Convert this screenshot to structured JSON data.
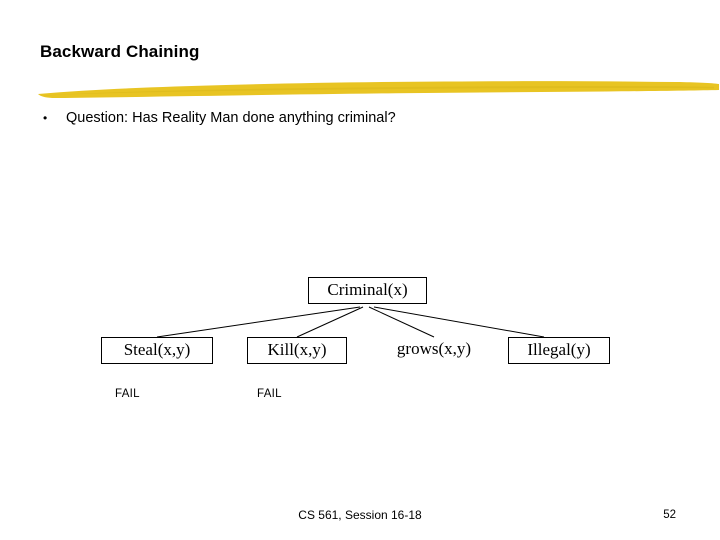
{
  "slide": {
    "title": "Backward Chaining",
    "bullet": {
      "marker": "•",
      "text": "Question:  Has Reality Man done anything criminal?"
    },
    "tree": {
      "root": "Criminal(x)",
      "children": [
        {
          "label": "Steal(x,y)",
          "status": "FAIL"
        },
        {
          "label": "Kill(x,y)",
          "status": "FAIL"
        },
        {
          "label": "grows(x,y)",
          "status": ""
        },
        {
          "label": "Illegal(y)",
          "status": ""
        }
      ]
    },
    "footer": {
      "center": "CS 561, Session 16-18",
      "page": "52"
    },
    "colors": {
      "brush": "#E8C423",
      "text": "#000000",
      "background": "#FFFFFF"
    }
  }
}
